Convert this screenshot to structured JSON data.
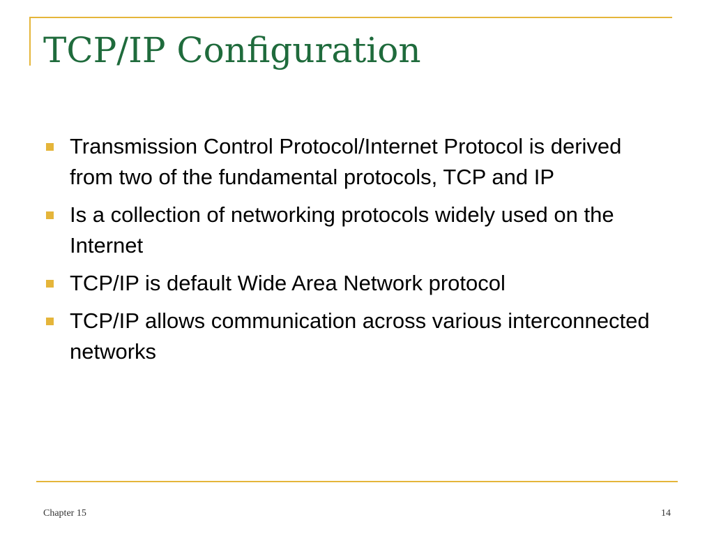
{
  "slide": {
    "title": "TCP/IP Configuration",
    "bullets": [
      "Transmission Control Protocol/Internet Protocol is derived from two of the fundamental protocols, TCP and IP",
      "Is a collection of networking protocols widely used on the Internet",
      "TCP/IP is default Wide Area Network protocol",
      "TCP/IP allows communication across various interconnected networks"
    ]
  },
  "footer": {
    "chapter": "Chapter 15",
    "page_number": "14"
  },
  "colors": {
    "accent": "#E5B53A",
    "title": "#1F6B3C",
    "body_text": "#000000"
  },
  "icons": {
    "bullet": "square-bullet-icon"
  }
}
